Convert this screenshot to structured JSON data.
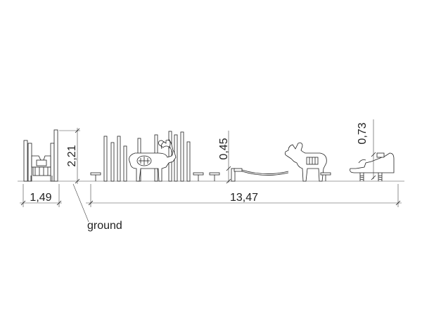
{
  "drawing": {
    "dimensions": {
      "side_width": "1,49",
      "total_length": "13,47",
      "height_left": "2,21",
      "height_mid": "0,45",
      "height_right": "0,73"
    },
    "ground_label": "ground"
  }
}
